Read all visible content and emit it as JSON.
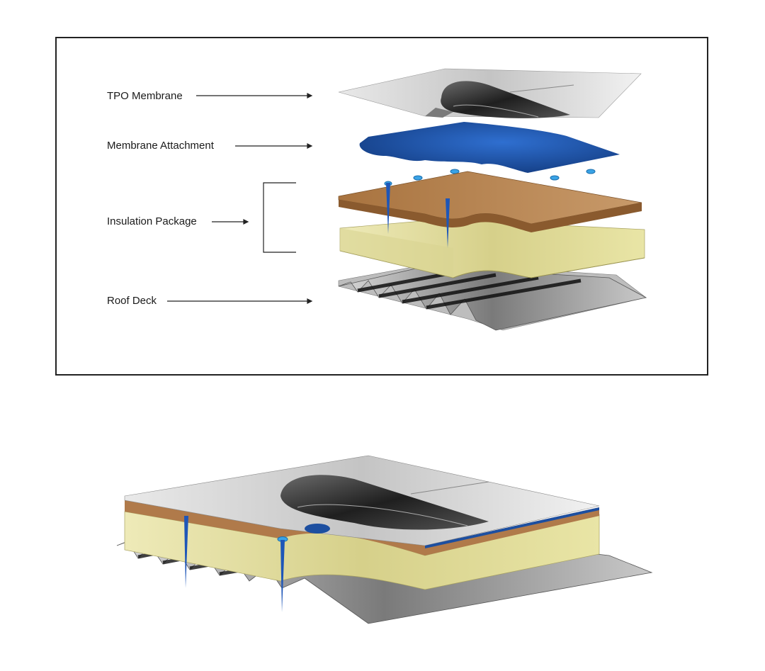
{
  "diagram": {
    "labels": {
      "tpo_membrane": "TPO Membrane",
      "membrane_attachment": "Membrane Attachment",
      "insulation_package": "Insulation Package",
      "roof_deck": "Roof Deck"
    },
    "colors": {
      "membrane": "#c9c9c9",
      "membrane_roll": "#3a3a3a",
      "attachment": "#1d4fa0",
      "coverboard": "#b07a4a",
      "insulation": "#e6e3a2",
      "deck": "#8f8f8f",
      "fastener": "#2a6fd6"
    },
    "icons": [
      "arrow-right-icon",
      "bracket-icon",
      "fastener-plate-icon",
      "screw-icon"
    ]
  }
}
